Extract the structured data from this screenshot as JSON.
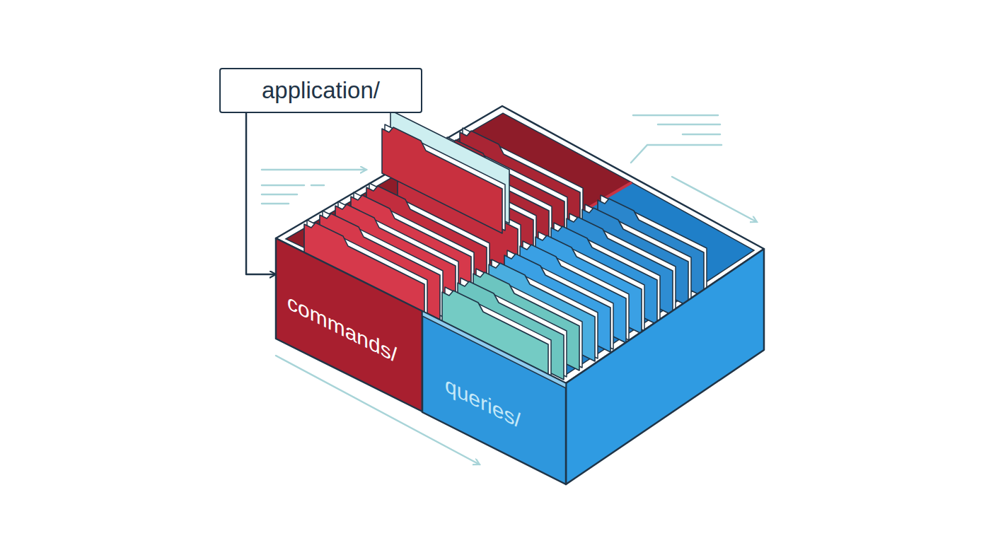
{
  "diagram": {
    "nodes": [
      {
        "text": [
          "application/"
        ]
      },
      {
        "text": [
          "commands/"
        ]
      },
      {
        "text": [
          "queries/"
        ]
      }
    ],
    "edges": [
      {
        "from": 0,
        "to": 1,
        "arrow": "to"
      }
    ]
  }
}
